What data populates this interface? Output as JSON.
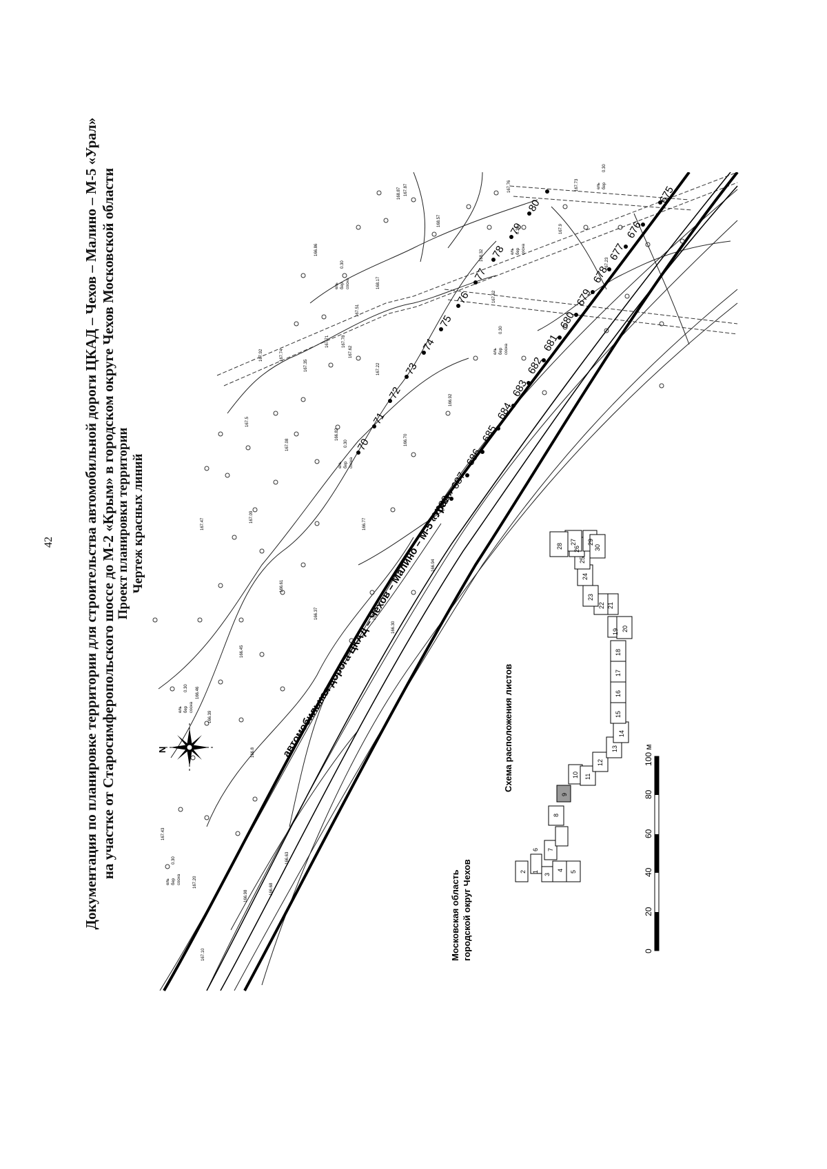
{
  "page_number": "42",
  "title": {
    "line1": "Документация по планировке территории для строительства автомобильной дороги ЦКАД – Чехов – Малино – М-5 «Урал»",
    "line2": "на участке от Старосимферопольского шоссе до М-2 «Крым» в городском округе Чехов Московской области",
    "line3": "Проект планировки территории",
    "line4": "Чертеж красных линий"
  },
  "road_label": "автомобильная дорога ЦКАД – Чехов – Малино – М-5 «Урал»",
  "north_label": "N",
  "upper_pickets": [
    "70",
    "71",
    "72",
    "73",
    "74",
    "75",
    "76",
    "77",
    "78",
    "79",
    "80"
  ],
  "lower_pickets": [
    "688",
    "687",
    "686",
    "685",
    "684",
    "683",
    "682",
    "681",
    "680",
    "679",
    "678",
    "677",
    "676",
    "675"
  ],
  "elevations": [
    "167.43",
    "167.20",
    "167.10",
    "166.98",
    "166.68",
    "166.63",
    "166.8",
    "166.39",
    "166.45",
    "166.46",
    "166.61",
    "167.09",
    "167.47",
    "166.37",
    "167.08",
    "167.5",
    "166.82",
    "166.92",
    "167.22",
    "167.62",
    "167.35",
    "167.74",
    "167.71",
    "167.92",
    "167.87",
    "167.78",
    "167.51",
    "166.86",
    "166.30",
    "166.94",
    "166.84",
    "166.70",
    "166.77",
    "167.62",
    "168.32",
    "167.9",
    "168.57",
    "168.87",
    "167.76",
    "167.73",
    "167.23",
    "168.17"
  ],
  "tree_annotation": {
    "line1": "ель",
    "line2": "бер",
    "line3": "сосна",
    "frac": "0.30"
  },
  "region": {
    "line1": "Московская область",
    "line2": "городской округ Чехов"
  },
  "scheme_title": "Схема расположения листов",
  "sheets": [
    "1",
    "2",
    "3",
    "4",
    "5",
    "6",
    "7",
    "8",
    "9",
    "10",
    "11",
    "12",
    "13",
    "14",
    "15",
    "16",
    "17",
    "18",
    "19",
    "20",
    "21",
    "22",
    "23",
    "24",
    "25",
    "26",
    "27",
    "28",
    "29",
    "30"
  ],
  "current_sheet": "9",
  "scale": {
    "ticks": [
      "0",
      "20",
      "40",
      "60",
      "80",
      "100 м"
    ]
  }
}
